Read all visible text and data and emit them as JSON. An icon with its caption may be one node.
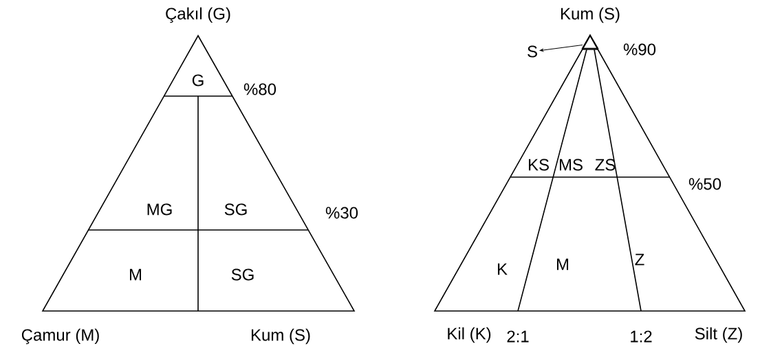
{
  "diagram": {
    "nodes": [
      {
        "text": [
          "S"
        ]
      },
      {
        "text": [],
        "shape": "triangle"
      }
    ],
    "edges": [
      {
        "from": 1,
        "to": 0,
        "arrow": "to"
      }
    ],
    "labels": [
      "Çakıl (G)",
      "G",
      "%80",
      "MG",
      "SG",
      "%30",
      "M",
      "SG",
      "Çamur (M)",
      "Kum (S)",
      "Kum (S)",
      "%90",
      "KS",
      "MS",
      "ZS",
      "%50",
      "K",
      "M",
      "Z",
      "Kil (K)",
      "2:1",
      "1:2",
      "Silt (Z)"
    ]
  }
}
